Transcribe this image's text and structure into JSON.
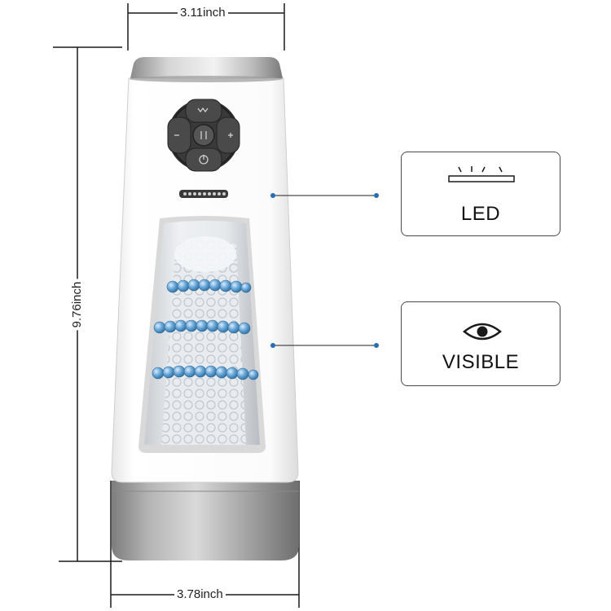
{
  "dimensions": {
    "top_width": "3.11inch",
    "height": "9.76inch",
    "bottom_width": "3.78inch"
  },
  "callouts": [
    {
      "label": "LED",
      "icon": "led-light-icon"
    },
    {
      "label": "VISIBLE",
      "icon": "eye-icon"
    }
  ],
  "colors": {
    "line": "#1a1a1a",
    "dot": "#2a6bb5",
    "beads": "#6aa8d8",
    "metal": "#9a9a9a"
  }
}
